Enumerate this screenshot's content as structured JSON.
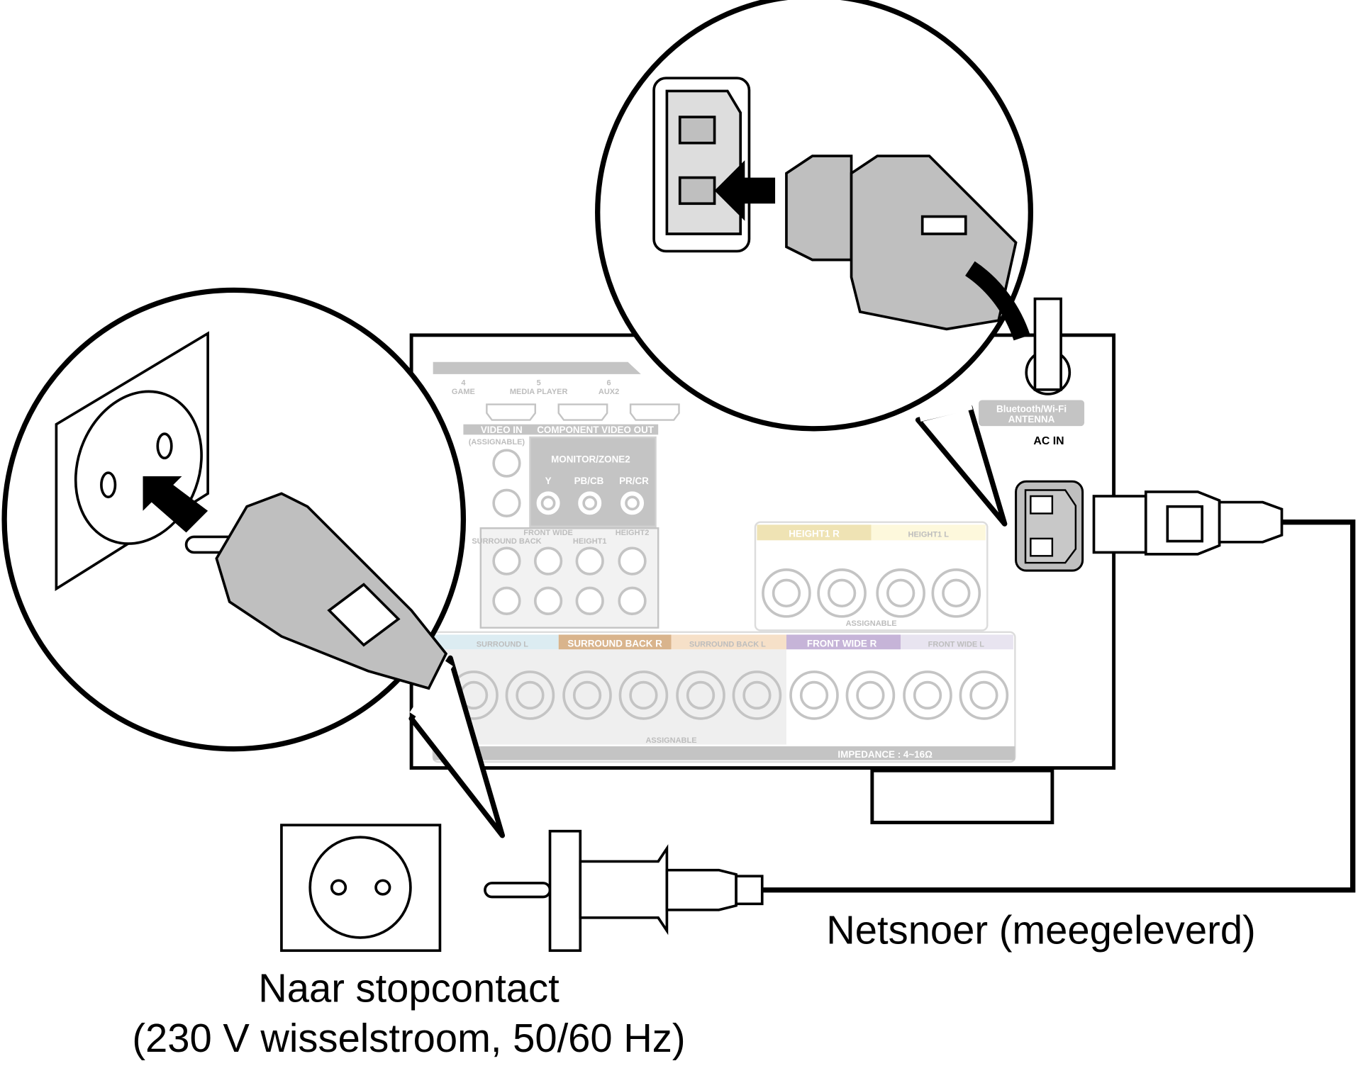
{
  "captions": {
    "cord": "Netsnoer (meegeleverd)",
    "outlet_line1": "Naar stopcontact",
    "outlet_line2": "(230 V wisselstroom, 50/60 Hz)"
  },
  "panel": {
    "ac_in": "AC IN",
    "antenna": [
      "Bluetooth/Wi-Fi",
      "ANTENNA"
    ],
    "hdmi": [
      {
        "num": "4",
        "name": "GAME"
      },
      {
        "num": "5",
        "name": "MEDIA PLAYER"
      },
      {
        "num": "6",
        "name": "AUX2"
      }
    ],
    "video_in": "VIDEO IN",
    "assignable_paren": "(ASSIGNABLE)",
    "component_video_out": "COMPONENT VIDEO OUT",
    "monitor_zone2": "MONITOR/ZONE2",
    "component_jacks": [
      "Y",
      "PB/CB",
      "PR/CR"
    ],
    "preout_labels": [
      "SURROUND BACK",
      "FRONT WIDE",
      "HEIGHT1",
      "HEIGHT2"
    ],
    "height1_r": "HEIGHT1 R",
    "height1_l": "HEIGHT1 L",
    "assignable": "ASSIGNABLE",
    "speakers": [
      "SURROUND L",
      "SURROUND BACK R",
      "SURROUND BACK L",
      "FRONT WIDE R",
      "FRONT WIDE L"
    ],
    "impedance": "IMPEDANCE : 4~16Ω"
  },
  "colors": {
    "outline": "#000000",
    "plug_gray": "#bfbfbf",
    "panel_gray": "#c4c4c4",
    "height_r": "#efe3b4",
    "height_l": "#fdf8dc",
    "surround": "#dcecf2",
    "surround_back_r": "#d9b48c",
    "surround_back_l": "#f6e0c8",
    "front_wide_r": "#c6b4d8",
    "front_wide_l": "#e8e4f0"
  }
}
